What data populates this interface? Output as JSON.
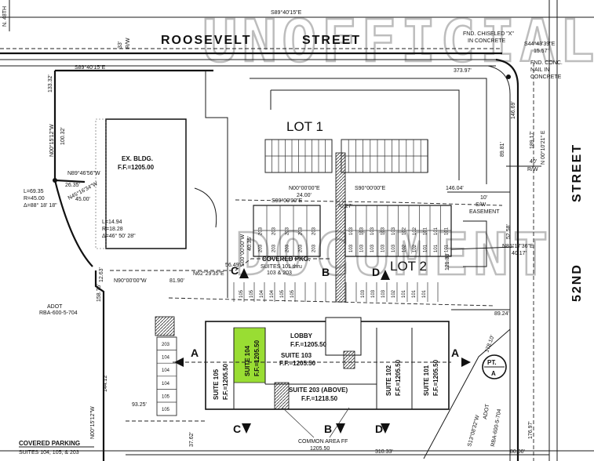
{
  "streets": {
    "north": "ROOSEVELT          STREET",
    "east_street": "STREET",
    "east_52nd": "52ND",
    "west_48th": "N. 48TH"
  },
  "watermark": {
    "line1": "UNOFFICIAL",
    "line2": "DOCUMENT"
  },
  "lots": {
    "lot1": "LOT 1",
    "lot2": "LOT 2"
  },
  "existing_building": {
    "name": "EX. BLDG.",
    "ff": "F.F.=1205.00"
  },
  "covered_pkg": {
    "title": "COVERED PKG.",
    "suites_line1": "SUITES 101 thru",
    "suites_line2": "103 & 203"
  },
  "covered_parking": {
    "title": "COVERED PARKING",
    "suites": "SUITES 104, 105, & 203"
  },
  "building": {
    "lobby": "LOBBY",
    "lobby_ff": "F.F.=1205.50",
    "suite_103": "SUITE 103",
    "suite_103_ff": "F.F.=1205.50",
    "suite_203": "SUITE 203 (ABOVE)",
    "suite_203_ff": "F.F.=1218.50",
    "suite_105": "SUITE 105",
    "suite_105_ff": "F.F.=1205.50",
    "suite_104": "SUITE 104",
    "suite_104_ff": "F.F.=1205.50",
    "suite_102": "SUITE 102",
    "suite_102_ff": "F.F.=1205.50",
    "suite_101": "SUITE 101",
    "suite_101_ff": "F.F.=1205.50",
    "common_area": "COMMON AREA FF",
    "common_area_ff": "1205.50",
    "highlight_color": "#99dd33"
  },
  "section_markers": {
    "a": "A",
    "b": "B",
    "c": "C",
    "d": "D"
  },
  "point_a": {
    "pt": "PT.",
    "letter": "A"
  },
  "parking_stalls": {
    "row_labels": [
      "203",
      "203",
      "203",
      "203",
      "203",
      "103",
      "103",
      "103",
      "103",
      "103",
      "102",
      "102",
      "101",
      "101",
      "101"
    ],
    "lower_labels": [
      "105",
      "105",
      "104",
      "104",
      "105",
      "105"
    ],
    "small_column": [
      "203",
      "104",
      "104",
      "104",
      "105",
      "105"
    ]
  },
  "annotations": {
    "fnd_chiseled": "FND. CHISELED \"X\"",
    "in_concrete": "IN CONCRETE",
    "s44": "S44°43'39\"E",
    "dist_15_57": "15.57'",
    "fnd_conc": "FND. CONC.",
    "nail_in": "NAIL IN",
    "concrete": "CONCRETE",
    "s89_top": "S89°40'15\"E",
    "s89_left": "S89°40'15\"E",
    "dist_373": "373.97'",
    "dist_133": "133.32'",
    "dist_33": "33'",
    "rw": "R/W",
    "dist_100": "100.32'",
    "n00_15_12_w": "N00°15'12\"W",
    "n89_46_56_w": "N89°46'56\"W",
    "dist_26_35": "26.35'",
    "n45": "N45°16'34\"W",
    "dist_45": "45.00'",
    "l_69": "L=69.35",
    "r_45": "R=45.00",
    "delta_88": "Δ=88° 18' 18\"",
    "l_14": "L=14.94",
    "r_18": "R=18.28",
    "delta_46": "Δ=46° 50' 28\"",
    "n00_00_00_e": "N00°00'00\"E",
    "dist_24": "24.00'",
    "s90_left": "S90°00'00\"E",
    "s90_right": "S90°00'00\"E",
    "dist_70": "70.27'",
    "s90_mid": "S90°00'00\"E",
    "s00_00_00_w": "S00°00'00\"W",
    "dist_40_35": "40.35'",
    "dist_56": "56.49'",
    "n62": "N62°29'35\"E",
    "n90": "N90°00'00\"W",
    "dist_81": "81.90'",
    "dist_12_63": "12.63'",
    "dist_158": "158.75'",
    "dist_144": "144.12'",
    "dist_93": "93.25'",
    "n00_15_12_w_b": "N00°15'12\"W",
    "adot": "ADOT",
    "rba": "RBA-600-5-704",
    "adot_b": "ADOT",
    "rba_b": "RBA-600-5-704",
    "dist_146": "146.04'",
    "dist_10": "10'",
    "sw": "S/W",
    "easement": "EASEMENT",
    "dist_121": "121.33'",
    "dist_52": "52.58'",
    "n85": "N85°17'36\"E",
    "dist_40_17": "40.17'",
    "dist_40": "40'",
    "rw_b": "R/W",
    "dist_89_81": "89.81'",
    "dist_146_69": "146.69'",
    "dist_189": "189.17'",
    "n00_10": "N 00°10'21\" E",
    "dist_89_24": "89.24'",
    "dist_178": "178.10'",
    "s13": "S13°08'32\"W",
    "dist_176": "176.97'",
    "dist_310": "310.33'",
    "dist_80": "80.00'",
    "dist_37": "37.62'"
  }
}
